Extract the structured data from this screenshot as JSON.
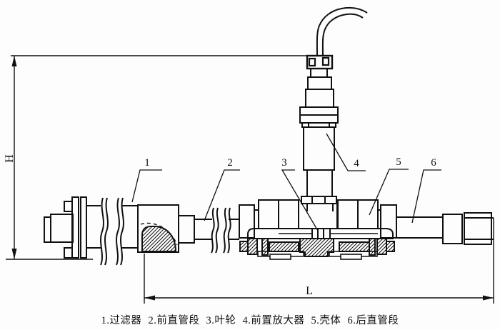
{
  "diagram": {
    "type": "technical-line-drawing",
    "subject": "turbine-flowmeter-installation-section",
    "caption": "1.过滤器 2.前直管段 3.叶轮 4.前置放大器 5.壳体 6.后直管段",
    "dimensions": {
      "height_label": "H",
      "length_label": "L"
    },
    "parts": [
      {
        "num": "1",
        "name": "过滤器"
      },
      {
        "num": "2",
        "name": "前直管段"
      },
      {
        "num": "3",
        "name": "叶轮"
      },
      {
        "num": "4",
        "name": "前置放大器"
      },
      {
        "num": "5",
        "name": "壳体"
      },
      {
        "num": "6",
        "name": "后直管段"
      }
    ],
    "colors": {
      "line": "#111111",
      "background": "#fdfdfd"
    }
  }
}
